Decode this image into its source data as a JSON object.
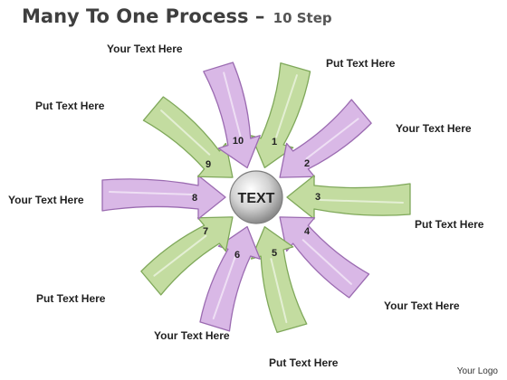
{
  "title": {
    "main": "Many To One Process",
    "dash": "–",
    "sub": "10 Step"
  },
  "center": {
    "label": "TEXT"
  },
  "colors": {
    "purple_fill": "#d9b8e6",
    "purple_dark": "#9b6bb1",
    "green_fill": "#c3dca0",
    "green_dark": "#7fa85a",
    "center_light": "#f4f4f4",
    "center_dark": "#8a8a8a"
  },
  "steps": [
    {
      "number": "1",
      "color": "green",
      "label": "Put Text Here"
    },
    {
      "number": "2",
      "color": "purple",
      "label": "Your Text Here"
    },
    {
      "number": "3",
      "color": "green",
      "label": "Put Text Here"
    },
    {
      "number": "4",
      "color": "purple",
      "label": "Your Text Here"
    },
    {
      "number": "5",
      "color": "green",
      "label": "Put Text Here"
    },
    {
      "number": "6",
      "color": "purple",
      "label": "Your Text Here"
    },
    {
      "number": "7",
      "color": "green",
      "label": "Put Text Here"
    },
    {
      "number": "8",
      "color": "purple",
      "label": "Your Text Here"
    },
    {
      "number": "9",
      "color": "green",
      "label": "Put Text Here"
    },
    {
      "number": "10",
      "color": "purple",
      "label": "Your Text Here"
    }
  ],
  "footer": {
    "logo": "Your Logo"
  }
}
